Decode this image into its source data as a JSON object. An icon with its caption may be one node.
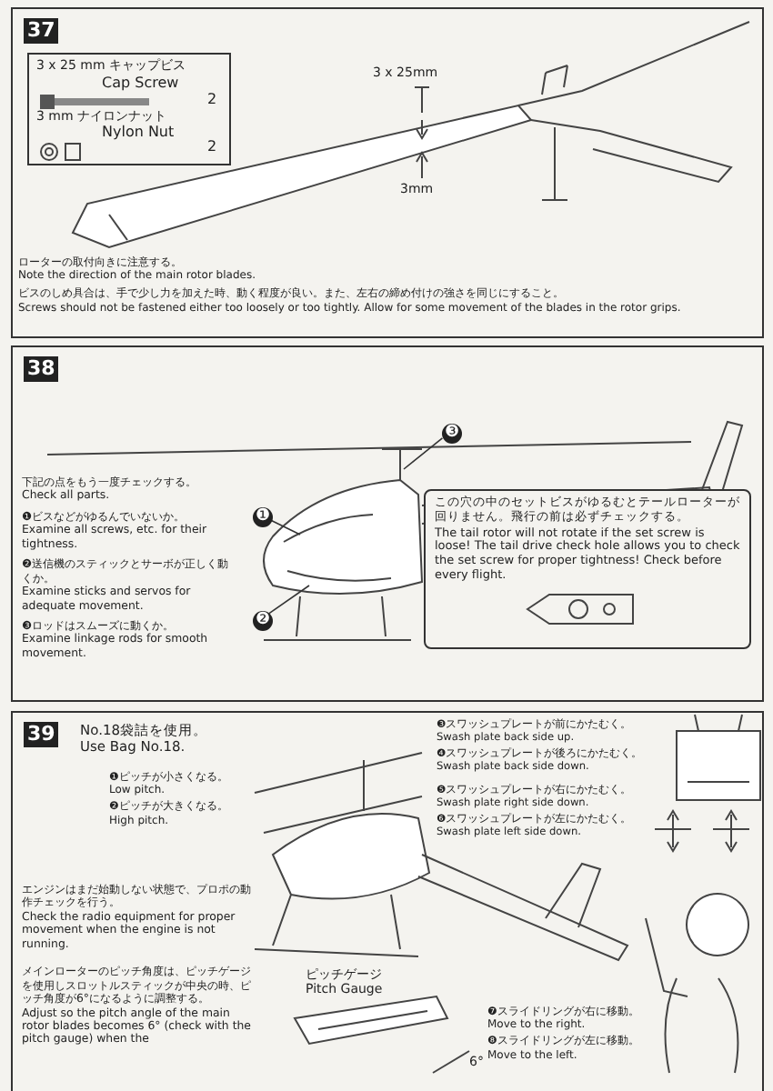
{
  "diagram": {
    "nodes": [
      {
        "text": [
          "37"
        ]
      },
      {
        "text": [
          "3 x 25 mm キャップビス",
          "Cap Screw",
          "2",
          "3 mm ナイロンナット",
          "Nylon Nut",
          "2"
        ],
        "in": 0
      },
      {
        "text": [
          "38"
        ]
      },
      {
        "text": [
          "この穴の中のセットビスがゆるむとテールローターが回りません。飛行の前は必ずチェックする。",
          "The tail rotor will not rotate if the set screw is loose! The tail drive check hole allows you to check the set screw for proper tightness! Check before every flight."
        ],
        "in": 2
      },
      {
        "text": [
          "39"
        ]
      },
      {
        "text": [
          "❶"
        ],
        "in": 2
      },
      {
        "text": [
          "❷"
        ],
        "in": 2
      },
      {
        "text": [
          "❸"
        ],
        "in": 2
      }
    ],
    "edges": [
      {
        "from": 5,
        "to": null,
        "arrow": "none"
      },
      {
        "from": 6,
        "to": null,
        "arrow": "none"
      },
      {
        "from": 7,
        "to": null,
        "arrow": "none"
      }
    ],
    "labels": [
      "3 x 25mm",
      "3mm",
      "ローターの取付向きに注意する。",
      "Note the direction of the main rotor blades.",
      "ビスのしめ具合は、手で少し力を加えた時、動く程度が良い。また、左右の締め付けの強さを同じにすること。",
      "Screws should not be fastened either too loosely or too tightly. Allow for some movement of the blades in the rotor grips.",
      "下記の点をもう一度チェックする。",
      "Check all parts.",
      "❶ビスなどがゆるんでいないか。",
      "Examine all screws, etc. for their tightness.",
      "❷送信機のスティックとサーボが正しく動くか。",
      "Examine sticks and servos for adequate movement.",
      "❸ロッドはスムーズに動くか。",
      "Examine linkage rods for smooth movement.",
      "No.18袋詰を使用。",
      "Use Bag No.18.",
      "❶ピッチが小さくなる。",
      "Low pitch.",
      "❷ピッチが大きくなる。",
      "High pitch.",
      "エンジンはまだ始動しない状態で、プロポの動作チェックを行う。",
      "Check the radio equipment for proper movement when the engine is not running.",
      "メインローターのピッチ角度は、ピッチゲージを使用しスロットルスティックが中央の時、ピッチ角度が6°になるように調整する。",
      "Adjust so the pitch angle of the main rotor blades becomes 6° (check with the pitch gauge) when the",
      "ピッチゲージ",
      "Pitch Gauge",
      "6°",
      "❸スワッシュプレートが前にかたむく。",
      "Swash plate back side up.",
      "❹スワッシュプレートが後ろにかたむく。",
      "Swash plate back side down.",
      "❺スワッシュプレートが右にかたむく。",
      "Swash plate right side down.",
      "❻スワッシュプレートが左にかたむく。",
      "Swash plate left side down.",
      "❼スライドリングが右に移動。",
      "Move to the right.",
      "❽スライドリングが左に移動。",
      "Move to the left."
    ]
  }
}
